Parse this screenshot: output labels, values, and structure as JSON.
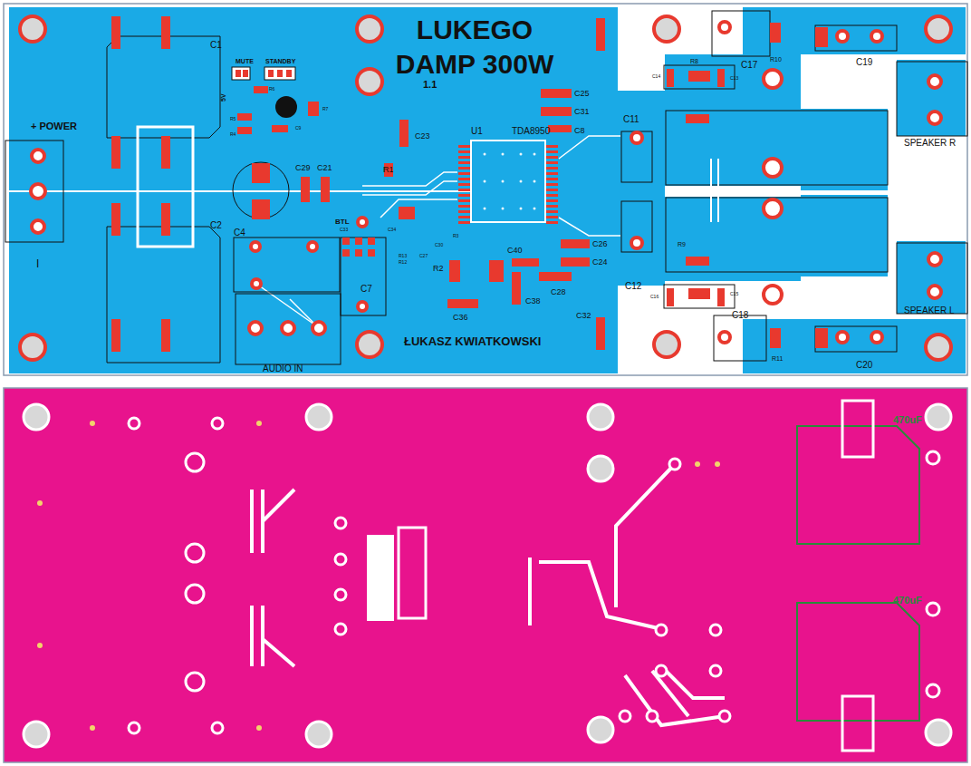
{
  "diagram": {
    "title": "LUKEGO DAMP 300W",
    "labels": [
      "C1",
      "+ POWER",
      "I",
      "C2",
      "MUTE",
      "STANDBY",
      "5V",
      "R5",
      "R4",
      "R6",
      "C9",
      "R7",
      "C29",
      "C21",
      "C23",
      "R1",
      "U1",
      "TDA8950",
      "C25",
      "C31",
      "C8",
      "1.1",
      "BTL",
      "C33",
      "C34",
      "R13",
      "R12",
      "C27",
      "C30",
      "R3",
      "C40",
      "R2",
      "C26",
      "C24",
      "C28",
      "C38",
      "C36",
      "C4",
      "C7",
      "AUDIO IN",
      "ŁUKASZ KWIATKOWSKI",
      "C32",
      "C11",
      "C12",
      "C17",
      "R10",
      "C19",
      "R8",
      "C14",
      "C13",
      "SPEAKER R",
      "R9",
      "C16",
      "C15",
      "C18",
      "R11",
      "C20",
      "SPEAKER L",
      "470uF",
      "470uF"
    ]
  }
}
